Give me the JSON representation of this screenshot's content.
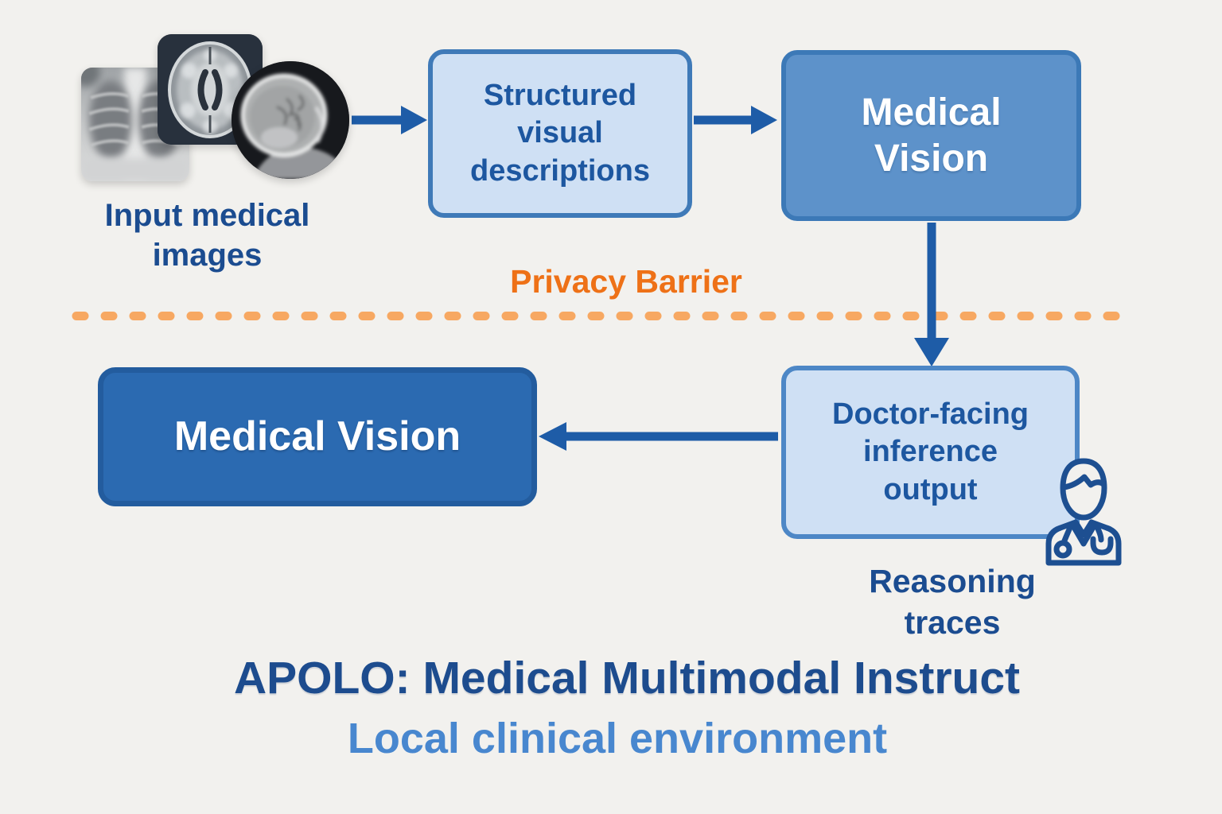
{
  "palette": {
    "background": "#f2f1ee",
    "dark_blue_text": "#1b4c90",
    "box_text_blue": "#1d57a0",
    "light_box_fill": "#cfe0f4",
    "light_box_border": "#4d87c6",
    "medium_box_fill": "#5d92ca",
    "medium_box_border": "#3c79b7",
    "dark_box_fill": "#2b6ab1",
    "dark_box_border": "#235c9e",
    "arrow_blue": "#1e5ca7",
    "privacy_orange": "#ee7117",
    "dash_orange": "#f7a862",
    "title_blue": "#1d4c8e",
    "subtitle_blue": "#4887cf"
  },
  "diagram": {
    "input_images": {
      "label": "Input medical\nimages",
      "items": [
        "chest-xray",
        "brain-mri-axial",
        "skull-xray-lateral"
      ]
    },
    "boxes": {
      "structured": {
        "label": "Structured\nvisual\ndescriptions"
      },
      "medical_vision_top": {
        "label": "Medical\nVision"
      },
      "medical_vision_bottom": {
        "label": "Medical Vision"
      },
      "doctor_output": {
        "label": "Doctor-facing\ninference\noutput"
      }
    },
    "privacy_barrier": {
      "label": "Privacy Barrier"
    },
    "reasoning": {
      "label": "Reasoning\ntraces"
    },
    "doctor_icon": "doctor-person"
  },
  "footer": {
    "title": "APOLO: Medical Multimodal Instruct",
    "subtitle": "Local clinical environment"
  }
}
